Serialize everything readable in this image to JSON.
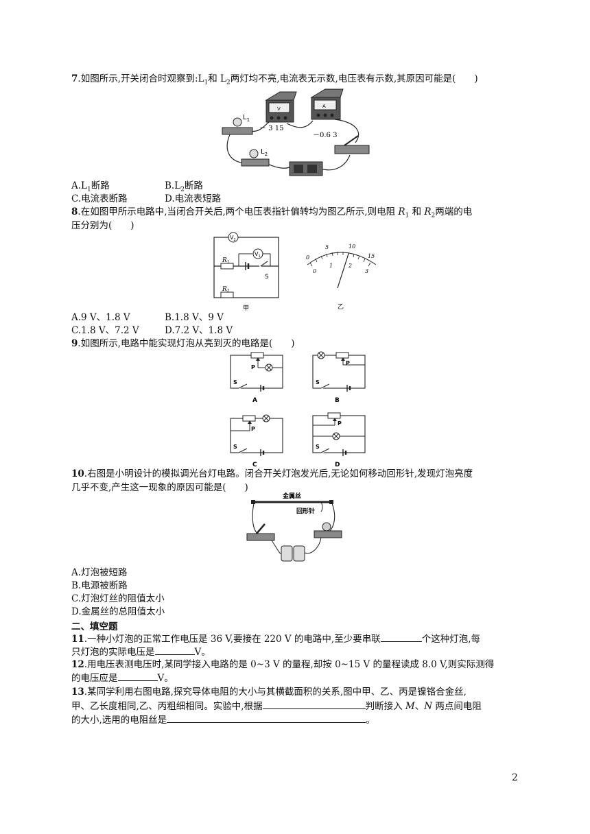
{
  "q7": {
    "num": "7",
    "pre": ".如图所示,开关闭合时观察到:L",
    "s1": "1",
    "mid": "和 L",
    "s2": "2",
    "post": "两灯均不亮,电流表无示数,电压表有示数,其原因可能是(　　)",
    "fig": {
      "v_scale": "－ 3 15",
      "a_scale": "－0.6 3",
      "l1": "L",
      "l1s": "1",
      "l2": "L",
      "l2s": "2",
      "v_face": "V",
      "a_face": "A"
    },
    "opts": {
      "A_pre": "A.L",
      "A_sub": "1",
      "A_post": "断路",
      "B_pre": "B.L",
      "B_sub": "2",
      "B_post": "断路",
      "C": "C.电流表断路",
      "D": "D.电流表短路"
    }
  },
  "q8": {
    "num": "8",
    "line1_pre": ".在如图甲所示电路中,当闭合开关后,两个电压表指针偏转均为图乙所示,则电阻 ",
    "r1": "R",
    "r1s": "1",
    "and": "和 ",
    "r2": "R",
    "r2s": "2",
    "line1_post": "两端的电",
    "line2": "压分别为(　　)",
    "fig": {
      "v2": "V",
      "v2s": "2",
      "v1": "V",
      "v1s": "1",
      "r1": "R",
      "r1s": "1",
      "r2": "R",
      "r2s": "2",
      "s": "S",
      "cap_jia": "甲",
      "cap_yi": "乙",
      "outer": [
        "0",
        "5",
        "10",
        "15"
      ],
      "inner": [
        "0",
        "1",
        "2",
        "3"
      ]
    },
    "opts": {
      "A": "A.9 V、1.8 V",
      "B": "B.1.8 V、9 V",
      "C": "C.1.8 V、7.2 V",
      "D": "D.7.2 V、1.8 V"
    }
  },
  "q9": {
    "num": "9",
    "text": ".如图所示,电路中能实现灯泡从亮到灭的电路是(　　)",
    "labels": {
      "A": "A",
      "B": "B",
      "C": "C",
      "D": "D",
      "P": "P",
      "S": "S"
    }
  },
  "q10": {
    "num": "10",
    "line1": ".右图是小明设计的模拟调光台灯电路。闭合开关灯泡发光后,无论如何移动回形针,发现灯泡亮度",
    "line2": "几乎不变,产生这一现象的原因可能是(　　)",
    "fig": {
      "wire": "金属丝",
      "clip": "回形针"
    },
    "opts": {
      "A": "A.灯泡被短路",
      "B": "B.电源被断路",
      "C": "C.灯泡灯丝的阻值太小",
      "D": "D.金属丝的总阻值太小"
    }
  },
  "section2": "二、填空题",
  "q11": {
    "num": "11",
    "line1_pre": ".一种小灯泡的正常工作电压是 36 V,要接在 220 V 的电路中,至少要串联",
    "line1_post": "个这种灯泡,每",
    "line2_pre": "只灯泡的实际电压是",
    "line2_post": "V。"
  },
  "q12": {
    "num": "12",
    "line1": ".用电压表测电压时,某同学接入电路的是 0~3 V 的量程,却按 0~15 V 的量程读成 8.0 V,则实际测得",
    "line2_pre": "的电压应是",
    "line2_post": "V。"
  },
  "q13": {
    "num": "13",
    "line1": ".某同学利用右图电路,探究导体电阻的大小与其横截面积的关系,图中甲、乙、丙是镍铬合金丝,",
    "line2_pre": "甲、乙长度相同,乙、丙粗细相同。实验中,根据",
    "line2_mid": "判断接入 ",
    "m": "M",
    "comma": "、",
    "n": "N",
    "line2_post": " 两点间电阻",
    "line3_pre": "的大小,选用的电阻丝是",
    "line3_post": "。"
  },
  "page_number": "2"
}
